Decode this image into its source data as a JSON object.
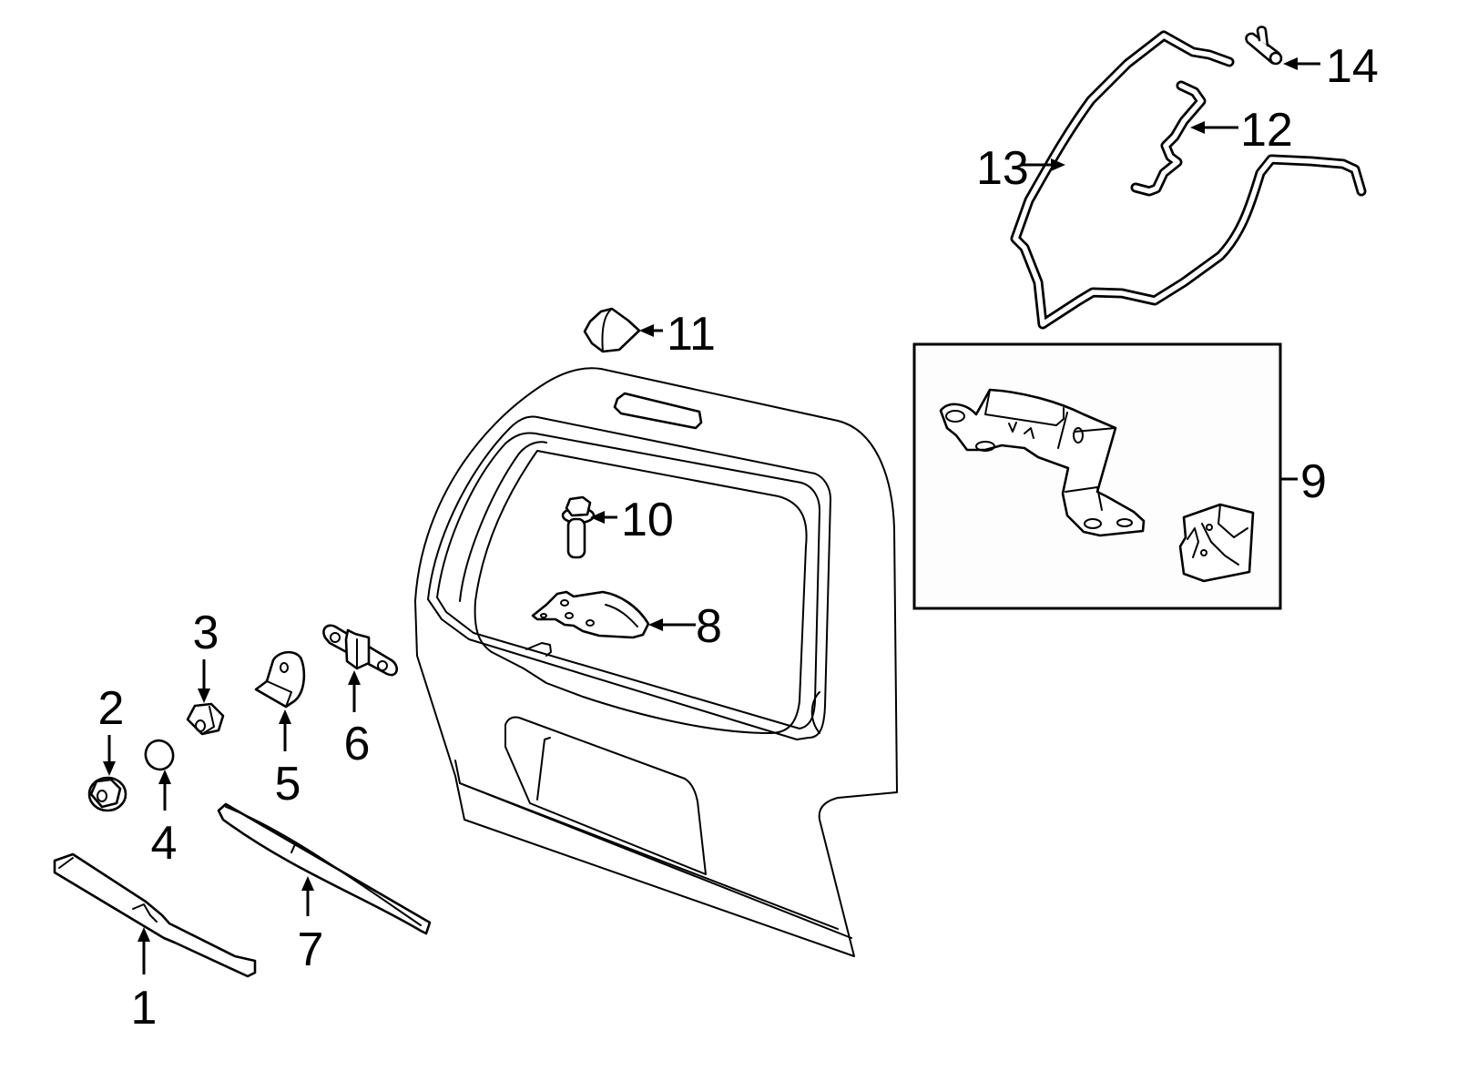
{
  "diagram": {
    "subject": "Liftgate components exploded parts diagram",
    "background_color": "#ffffff",
    "line_color": "#000000",
    "callouts": [
      {
        "id": 1,
        "label": "1",
        "part": "wiper-arm"
      },
      {
        "id": 2,
        "label": "2",
        "part": "flange-nut"
      },
      {
        "id": 3,
        "label": "3",
        "part": "hex-nut"
      },
      {
        "id": 4,
        "label": "4",
        "part": "washer"
      },
      {
        "id": 5,
        "label": "5",
        "part": "bracket"
      },
      {
        "id": 6,
        "label": "6",
        "part": "clip-bracket"
      },
      {
        "id": 7,
        "label": "7",
        "part": "wiper-blade"
      },
      {
        "id": 8,
        "label": "8",
        "part": "latch-striker"
      },
      {
        "id": 9,
        "label": "9",
        "part": "hinge-kit"
      },
      {
        "id": 10,
        "label": "10",
        "part": "bolt"
      },
      {
        "id": 11,
        "label": "11",
        "part": "bumper-stop"
      },
      {
        "id": 12,
        "label": "12",
        "part": "hose-small"
      },
      {
        "id": 13,
        "label": "13",
        "part": "weatherstrip-hose"
      },
      {
        "id": 14,
        "label": "14",
        "part": "connector"
      }
    ]
  }
}
